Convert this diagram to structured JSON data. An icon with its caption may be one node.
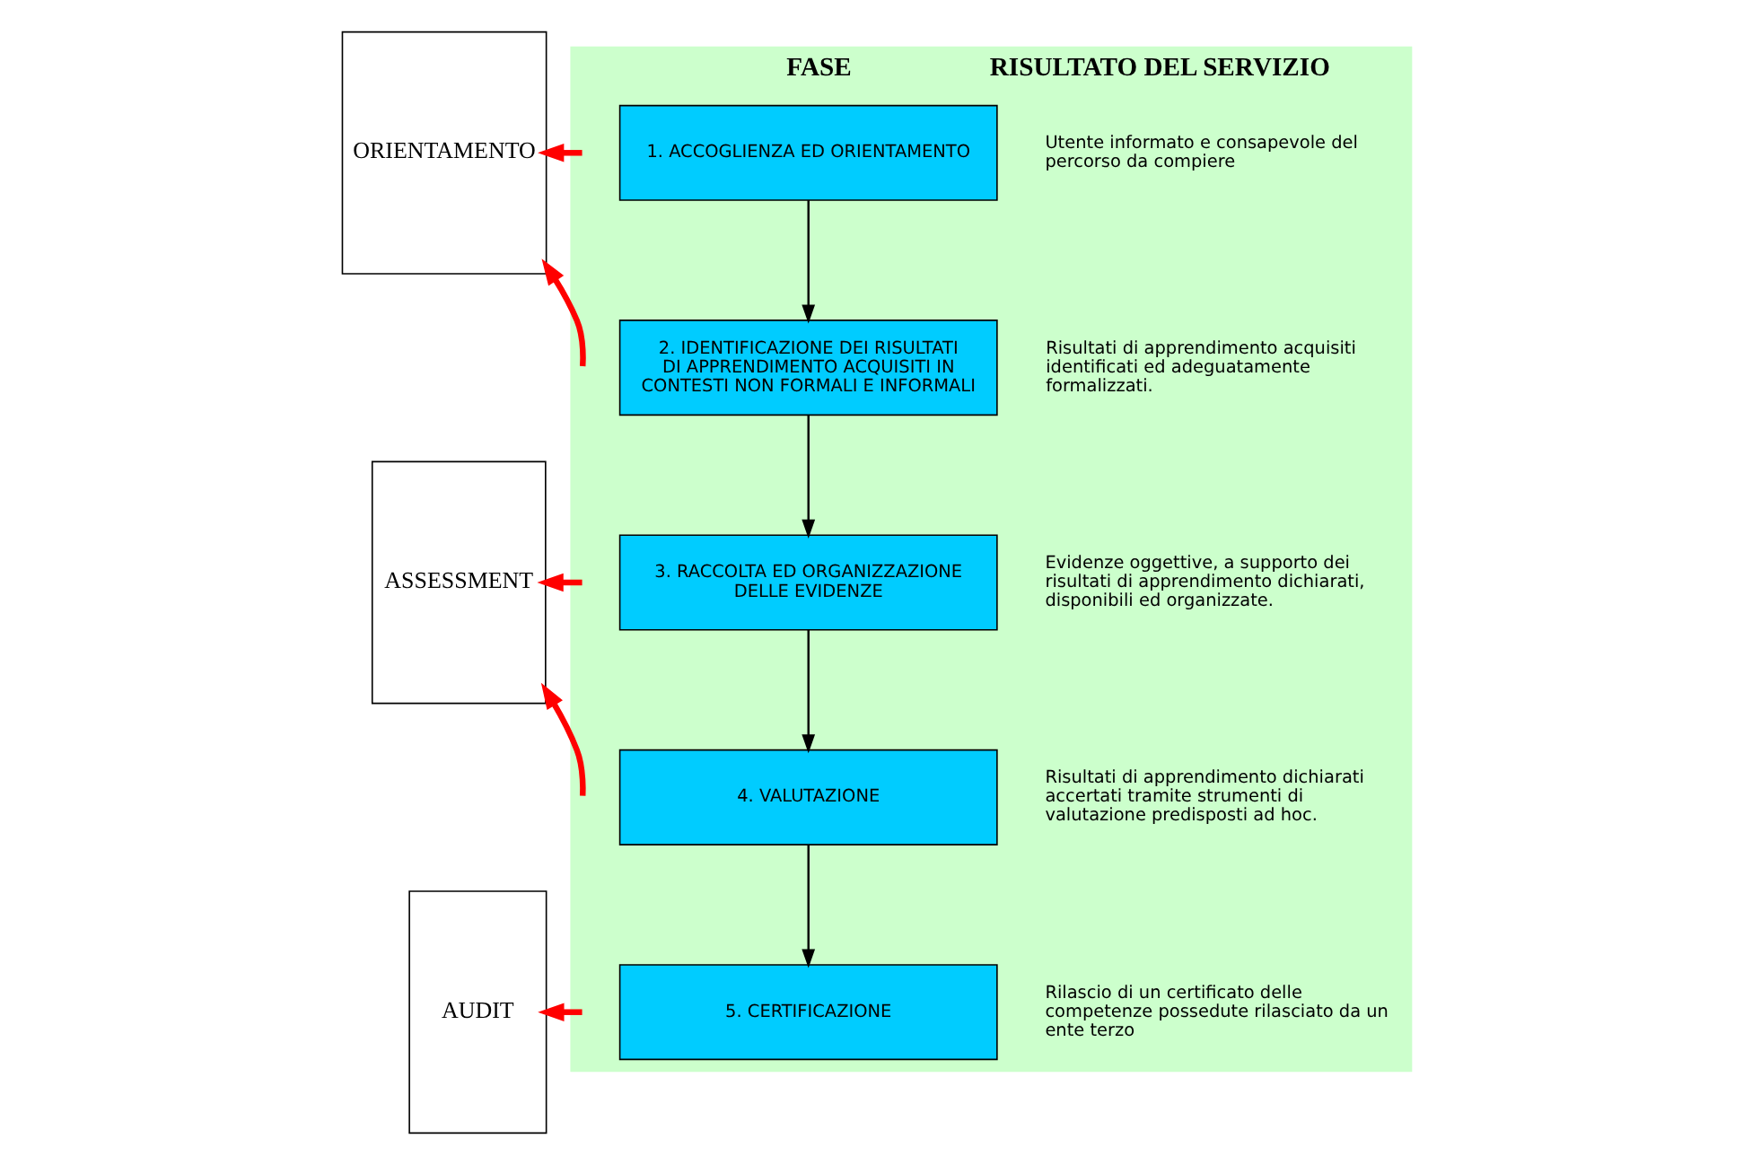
{
  "diagram": {
    "nodes": [
      {
        "text": [
          "ORIENTAMENTO"
        ]
      },
      {
        "text": [
          "ASSESSMENT"
        ]
      },
      {
        "text": [
          "AUDIT"
        ]
      },
      {
        "text": [
          "FASE",
          "RISULTATO DEL SERVIZIO"
        ]
      },
      {
        "text": [
          "1. ACCOGLIENZA ED ORIENTAMENTO"
        ],
        "in": 3,
        "beside": [
          "Utente informato e consapevole del percorso da compiere"
        ]
      },
      {
        "text": [
          "2. IDENTIFICAZIONE DEI RISULTATI DI APPRENDIMENTO ACQUISITI IN CONTESTI NON FORMALI E INFORMALI"
        ],
        "in": 3,
        "beside": [
          "Risultati di apprendimento acquisiti identificati ed adeguatamente formalizzati."
        ]
      },
      {
        "text": [
          "3. RACCOLTA ED ORGANIZZAZIONE DELLE EVIDENZE"
        ],
        "in": 3,
        "beside": [
          "Evidenze oggettive, a supporto dei risultati di apprendimento dichiarati, disponibili ed organizzate."
        ]
      },
      {
        "text": [
          "4. VALUTAZIONE"
        ],
        "in": 3,
        "beside": [
          "Risultati di apprendimento dichiarati accertati tramite strumenti di valutazione predisposti ad hoc."
        ]
      },
      {
        "text": [
          "5. CERTIFICAZIONE"
        ],
        "in": 3,
        "beside": [
          "Rilascio di un certificato delle competenze possedute rilasciato da un ente terzo"
        ]
      }
    ],
    "edges": [
      {
        "from": 4,
        "to": 5,
        "arrow": "to",
        "color": "#000000"
      },
      {
        "from": 5,
        "to": 6,
        "arrow": "to",
        "color": "#000000"
      },
      {
        "from": 6,
        "to": 7,
        "arrow": "to",
        "color": "#000000"
      },
      {
        "from": 7,
        "to": 8,
        "arrow": "to",
        "color": "#000000"
      },
      {
        "from": 3,
        "to": 0,
        "arrow": "to"
      },
      {
        "from": 3,
        "to": 0,
        "arrow": "to"
      },
      {
        "from": 3,
        "to": 1,
        "arrow": "to"
      },
      {
        "from": 3,
        "to": 1,
        "arrow": "to"
      },
      {
        "from": 3,
        "to": 2,
        "arrow": "to"
      }
    ]
  }
}
